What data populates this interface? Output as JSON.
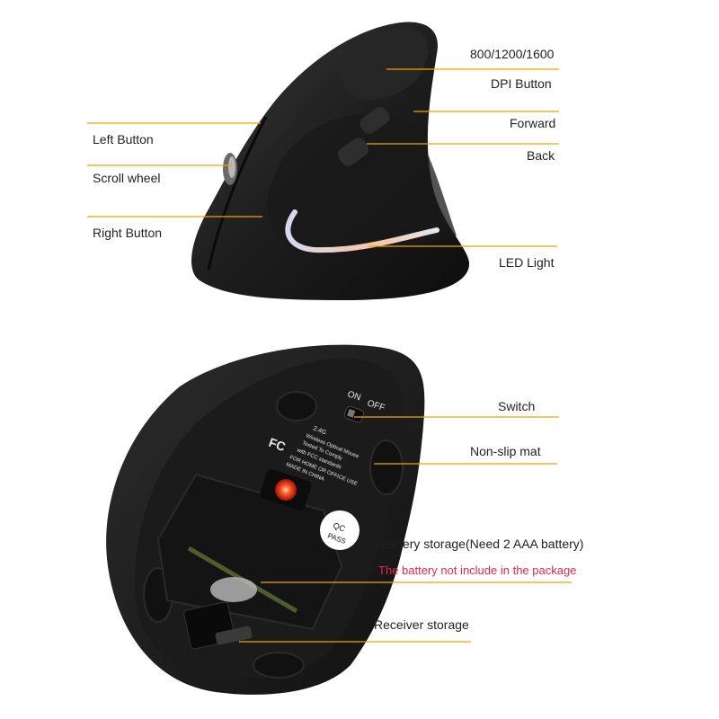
{
  "colors": {
    "background": "#ffffff",
    "leader_line": "#f2a200",
    "label_text": "#222222",
    "warning_text": "#e8264a",
    "mouse_body": "#1c1c1c",
    "led_glow": "#f6b48a"
  },
  "top_view": {
    "callouts": {
      "dpi_values": "800/1200/1600",
      "dpi_button": "DPI Button",
      "forward": "Forward",
      "back": "Back",
      "led_light": "LED Light",
      "left_button": "Left Button",
      "scroll_wheel": "Scroll wheel",
      "right_button": "Right Button"
    }
  },
  "bottom_view": {
    "callouts": {
      "switch": "Switch",
      "non_slip_mat": "Non-slip mat",
      "battery_storage": "Battery storage(Need 2 AAA battery)",
      "battery_note": "The battery not include in the package",
      "receiver_storage": "Receiver storage"
    },
    "printed": {
      "on": "ON",
      "off": "OFF",
      "fc_logo": "FC",
      "label_lines": [
        "2.4G",
        "Wireless Optical Mouse",
        "Tested To Comply",
        "with FCC standards",
        "FOR HOME OR OFFICE USE",
        "MADE IN CHINA"
      ],
      "qc_line1": "QC",
      "qc_line2": "PASS"
    }
  }
}
